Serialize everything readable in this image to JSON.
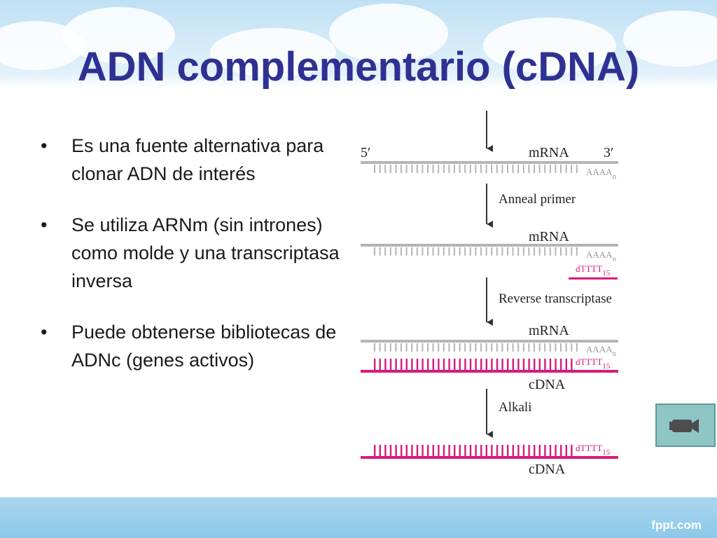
{
  "slide": {
    "title": "ADN complementario (cDNA)",
    "bullet_symbol": "•",
    "bullets": [
      "Es una fuente alternativa para clonar ADN de interés",
      "Se utiliza ARNm (sin intrones) como molde y una transcriptasa inversa",
      "Puede obtenerse bibliotecas de ADNc (genes activos)"
    ]
  },
  "diagram": {
    "end_5": "5′",
    "end_3": "3′",
    "mrna": "mRNA",
    "cdna": "cDNA",
    "polya": "AAAA",
    "polya_sub": "n",
    "primer": "dTTTT",
    "primer_sub": "15",
    "steps": [
      "Anneal primer",
      "Reverse transcriptase",
      "Alkali"
    ]
  },
  "colors": {
    "title": "#2e3192",
    "rna": "#b5b5b5",
    "dna": "#d81b7b",
    "button": "#8ec6c5"
  },
  "icons": {
    "video_button": "video-camera-icon"
  },
  "footer": {
    "brand": "fppt.com"
  }
}
